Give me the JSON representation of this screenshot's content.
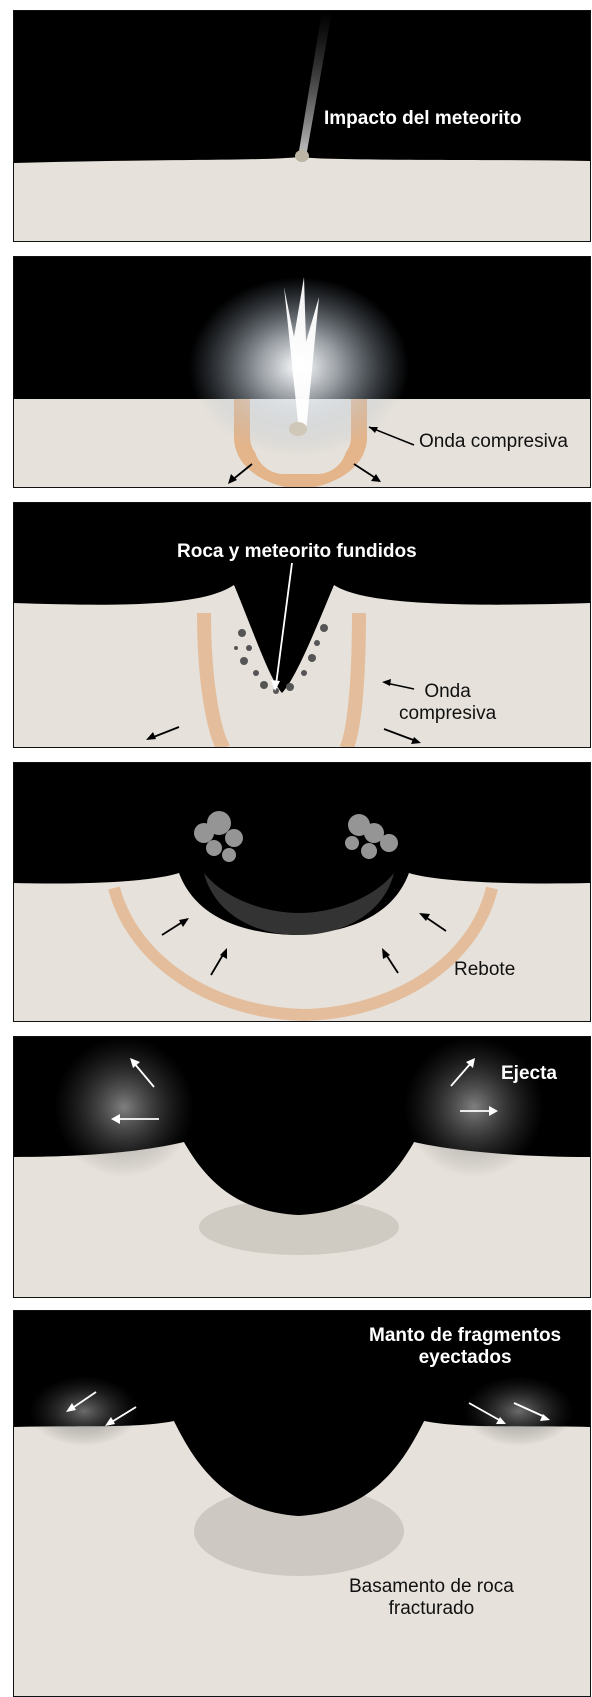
{
  "colors": {
    "sky": "#000000",
    "ground": "#e6e1da",
    "shock": "#e2a26a",
    "label_on_dark": "#ffffff",
    "label_on_ground": "#111111"
  },
  "panels": [
    {
      "labels": [
        "Impacto del meteorito"
      ]
    },
    {
      "labels": [
        "Onda compresiva"
      ]
    },
    {
      "labels": [
        "Roca y meteorito fundidos",
        "Onda compresiva"
      ]
    },
    {
      "labels": [
        "Rebote"
      ]
    },
    {
      "labels": [
        "Ejecta"
      ]
    },
    {
      "labels": [
        "Manto de fragmentos eyectados",
        "Basamento de roca fracturado"
      ]
    }
  ],
  "label_lines": {
    "p3_onda": [
      "Onda",
      "compresiva"
    ],
    "p6_manto": [
      "Manto de fragmentos",
      "eyectados"
    ],
    "p6_basamento": [
      "Basamento de roca",
      "fracturado"
    ]
  }
}
